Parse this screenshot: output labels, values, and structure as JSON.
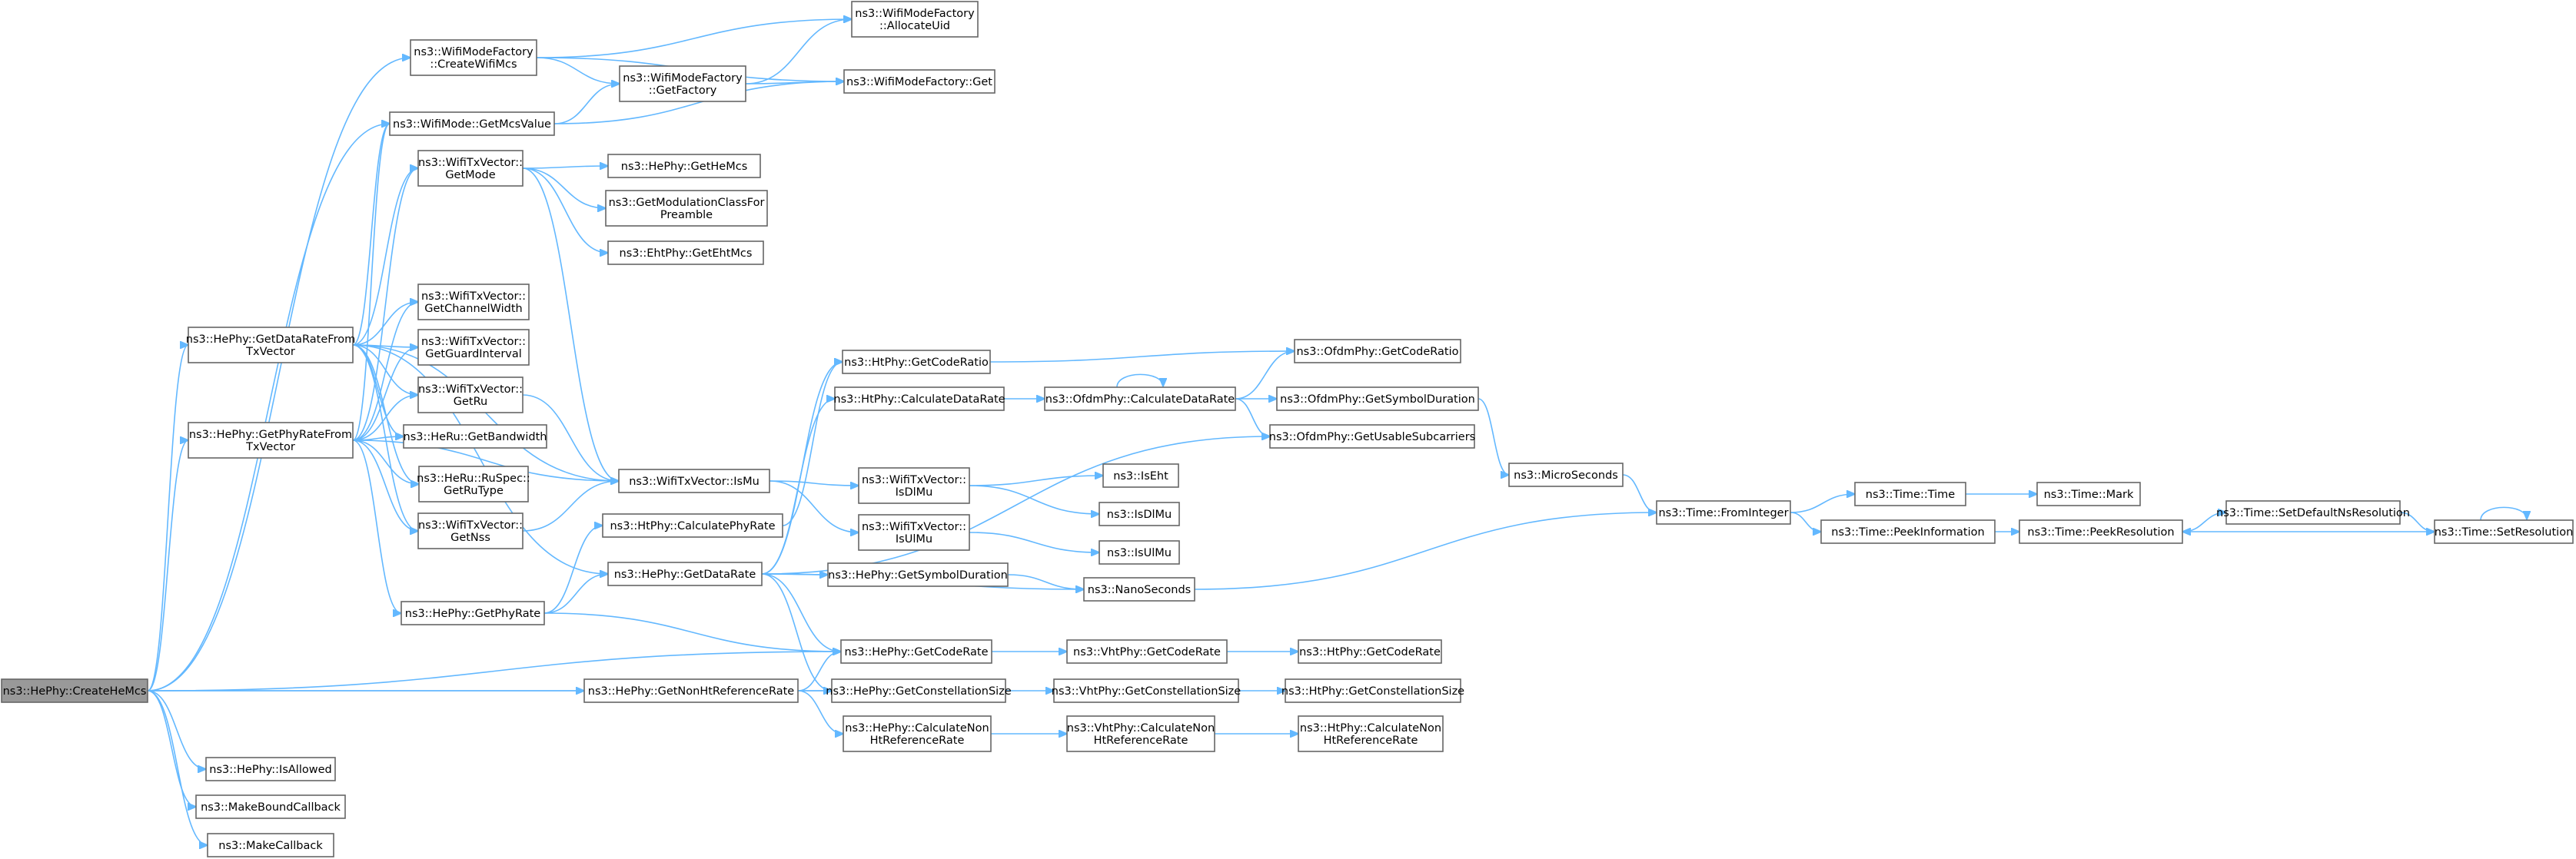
{
  "nodes": [
    {
      "id": "createHeMcs",
      "lines": [
        "ns3::HePhy::CreateHeMcs"
      ],
      "root": true
    },
    {
      "id": "createWifiMcs",
      "lines": [
        "ns3::WifiModeFactory",
        "::CreateWifiMcs"
      ]
    },
    {
      "id": "allocateUid",
      "lines": [
        "ns3::WifiModeFactory",
        "::AllocateUid"
      ]
    },
    {
      "id": "getFactory",
      "lines": [
        "ns3::WifiModeFactory",
        "::GetFactory"
      ]
    },
    {
      "id": "factoryGet",
      "lines": [
        "ns3::WifiModeFactory::Get"
      ]
    },
    {
      "id": "getMcsValue",
      "lines": [
        "ns3::WifiMode::GetMcsValue"
      ]
    },
    {
      "id": "getMode",
      "lines": [
        "ns3::WifiTxVector::",
        "GetMode"
      ]
    },
    {
      "id": "getHeMcs",
      "lines": [
        "ns3::HePhy::GetHeMcs"
      ]
    },
    {
      "id": "getModClass",
      "lines": [
        "ns3::GetModulationClassFor",
        "Preamble"
      ]
    },
    {
      "id": "getEhtMcs",
      "lines": [
        "ns3::EhtPhy::GetEhtMcs"
      ]
    },
    {
      "id": "getChannelWidth",
      "lines": [
        "ns3::WifiTxVector::",
        "GetChannelWidth"
      ]
    },
    {
      "id": "getGuardInterval",
      "lines": [
        "ns3::WifiTxVector::",
        "GetGuardInterval"
      ]
    },
    {
      "id": "getRu",
      "lines": [
        "ns3::WifiTxVector::",
        "GetRu"
      ]
    },
    {
      "id": "getBandwidth",
      "lines": [
        "ns3::HeRu::GetBandwidth"
      ]
    },
    {
      "id": "getRuType",
      "lines": [
        "ns3::HeRu::RuSpec::",
        "GetRuType"
      ]
    },
    {
      "id": "getNss",
      "lines": [
        "ns3::WifiTxVector::",
        "GetNss"
      ]
    },
    {
      "id": "getDataRateFromTx",
      "lines": [
        "ns3::HePhy::GetDataRateFrom",
        "TxVector"
      ]
    },
    {
      "id": "getPhyRateFromTx",
      "lines": [
        "ns3::HePhy::GetPhyRateFrom",
        "TxVector"
      ]
    },
    {
      "id": "getPhyRate",
      "lines": [
        "ns3::HePhy::GetPhyRate"
      ]
    },
    {
      "id": "isMu",
      "lines": [
        "ns3::WifiTxVector::IsMu"
      ]
    },
    {
      "id": "calcPhyRate",
      "lines": [
        "ns3::HtPhy::CalculatePhyRate"
      ]
    },
    {
      "id": "getDataRate",
      "lines": [
        "ns3::HePhy::GetDataRate"
      ]
    },
    {
      "id": "htGetCodeRatio",
      "lines": [
        "ns3::HtPhy::GetCodeRatio"
      ]
    },
    {
      "id": "htCalcDataRate",
      "lines": [
        "ns3::HtPhy::CalculateDataRate"
      ]
    },
    {
      "id": "isDlMu",
      "lines": [
        "ns3::WifiTxVector::",
        "IsDlMu"
      ]
    },
    {
      "id": "isUlMu",
      "lines": [
        "ns3::WifiTxVector::",
        "IsUlMu"
      ]
    },
    {
      "id": "hePhyGetSymbolDuration",
      "lines": [
        "ns3::HePhy::GetSymbolDuration"
      ]
    },
    {
      "id": "getCodeRate",
      "lines": [
        "ns3::HePhy::GetCodeRate"
      ]
    },
    {
      "id": "getNonHtRefRate",
      "lines": [
        "ns3::HePhy::GetNonHtReferenceRate"
      ]
    },
    {
      "id": "getConstSize",
      "lines": [
        "ns3::HePhy::GetConstellationSize"
      ]
    },
    {
      "id": "calcNonHtRefRate",
      "lines": [
        "ns3::HePhy::CalculateNon",
        "HtReferenceRate"
      ]
    },
    {
      "id": "ofdmCalcDataRate",
      "lines": [
        "ns3::OfdmPhy::CalculateDataRate"
      ]
    },
    {
      "id": "isEht",
      "lines": [
        "ns3::IsEht"
      ]
    },
    {
      "id": "isDlMuFn",
      "lines": [
        "ns3::IsDlMu"
      ]
    },
    {
      "id": "isUlMuFn",
      "lines": [
        "ns3::IsUlMu"
      ]
    },
    {
      "id": "nanoSeconds",
      "lines": [
        "ns3::NanoSeconds"
      ]
    },
    {
      "id": "vhtGetCodeRate",
      "lines": [
        "ns3::VhtPhy::GetCodeRate"
      ]
    },
    {
      "id": "vhtGetConstSize",
      "lines": [
        "ns3::VhtPhy::GetConstellationSize"
      ]
    },
    {
      "id": "vhtCalcNonHt",
      "lines": [
        "ns3::VhtPhy::CalculateNon",
        "HtReferenceRate"
      ]
    },
    {
      "id": "ofdmGetCodeRatio",
      "lines": [
        "ns3::OfdmPhy::GetCodeRatio"
      ]
    },
    {
      "id": "ofdmGetSymbolDuration",
      "lines": [
        "ns3::OfdmPhy::GetSymbolDuration"
      ]
    },
    {
      "id": "ofdmGetUsableSub",
      "lines": [
        "ns3::OfdmPhy::GetUsableSubcarriers"
      ]
    },
    {
      "id": "htGetCodeRate",
      "lines": [
        "ns3::HtPhy::GetCodeRate"
      ]
    },
    {
      "id": "htGetConstSize",
      "lines": [
        "ns3::HtPhy::GetConstellationSize"
      ]
    },
    {
      "id": "htCalcNonHt",
      "lines": [
        "ns3::HtPhy::CalculateNon",
        "HtReferenceRate"
      ]
    },
    {
      "id": "microSeconds",
      "lines": [
        "ns3::MicroSeconds"
      ]
    },
    {
      "id": "fromInteger",
      "lines": [
        "ns3::Time::FromInteger"
      ]
    },
    {
      "id": "timeTime",
      "lines": [
        "ns3::Time::Time"
      ]
    },
    {
      "id": "peekInformation",
      "lines": [
        "ns3::Time::PeekInformation"
      ]
    },
    {
      "id": "timeMark",
      "lines": [
        "ns3::Time::Mark"
      ]
    },
    {
      "id": "peekResolution",
      "lines": [
        "ns3::Time::PeekResolution"
      ]
    },
    {
      "id": "setDefaultNsRes",
      "lines": [
        "ns3::Time::SetDefaultNsResolution"
      ]
    },
    {
      "id": "setResolution",
      "lines": [
        "ns3::Time::SetResolution"
      ]
    },
    {
      "id": "isAllowed",
      "lines": [
        "ns3::HePhy::IsAllowed"
      ]
    },
    {
      "id": "makeBoundCallback",
      "lines": [
        "ns3::MakeBoundCallback"
      ]
    },
    {
      "id": "makeCallback",
      "lines": [
        "ns3::MakeCallback"
      ]
    }
  ],
  "edges": [
    [
      "createHeMcs",
      "createWifiMcs"
    ],
    [
      "createHeMcs",
      "getMcsValue"
    ],
    [
      "createHeMcs",
      "getDataRateFromTx"
    ],
    [
      "createHeMcs",
      "getPhyRateFromTx"
    ],
    [
      "createHeMcs",
      "getCodeRate"
    ],
    [
      "createHeMcs",
      "getNonHtRefRate"
    ],
    [
      "createHeMcs",
      "getConstSize"
    ],
    [
      "createHeMcs",
      "isAllowed"
    ],
    [
      "createHeMcs",
      "makeBoundCallback"
    ],
    [
      "createHeMcs",
      "makeCallback"
    ],
    [
      "createWifiMcs",
      "allocateUid"
    ],
    [
      "createWifiMcs",
      "getFactory"
    ],
    [
      "createWifiMcs",
      "factoryGet"
    ],
    [
      "getFactory",
      "allocateUid"
    ],
    [
      "getFactory",
      "factoryGet"
    ],
    [
      "getMcsValue",
      "getFactory"
    ],
    [
      "getMcsValue",
      "factoryGet"
    ],
    [
      "getMode",
      "getHeMcs"
    ],
    [
      "getMode",
      "getModClass"
    ],
    [
      "getMode",
      "getEhtMcs"
    ],
    [
      "getMode",
      "isMu"
    ],
    [
      "getDataRateFromTx",
      "getMcsValue"
    ],
    [
      "getDataRateFromTx",
      "getMode"
    ],
    [
      "getDataRateFromTx",
      "getChannelWidth"
    ],
    [
      "getDataRateFromTx",
      "getGuardInterval"
    ],
    [
      "getDataRateFromTx",
      "getRu"
    ],
    [
      "getDataRateFromTx",
      "getBandwidth"
    ],
    [
      "getDataRateFromTx",
      "getRuType"
    ],
    [
      "getDataRateFromTx",
      "getNss"
    ],
    [
      "getDataRateFromTx",
      "isMu"
    ],
    [
      "getDataRateFromTx",
      "getDataRate"
    ],
    [
      "getPhyRateFromTx",
      "getMcsValue"
    ],
    [
      "getPhyRateFromTx",
      "getMode"
    ],
    [
      "getPhyRateFromTx",
      "getChannelWidth"
    ],
    [
      "getPhyRateFromTx",
      "getGuardInterval"
    ],
    [
      "getPhyRateFromTx",
      "getRu"
    ],
    [
      "getPhyRateFromTx",
      "getBandwidth"
    ],
    [
      "getPhyRateFromTx",
      "getRuType"
    ],
    [
      "getPhyRateFromTx",
      "getNss"
    ],
    [
      "getPhyRateFromTx",
      "isMu"
    ],
    [
      "getPhyRateFromTx",
      "getPhyRate"
    ],
    [
      "getRu",
      "isMu"
    ],
    [
      "getNss",
      "isMu"
    ],
    [
      "getPhyRate",
      "calcPhyRate"
    ],
    [
      "getPhyRate",
      "getDataRate"
    ],
    [
      "getPhyRate",
      "getCodeRate"
    ],
    [
      "calcPhyRate",
      "htGetCodeRatio"
    ],
    [
      "isMu",
      "isDlMu"
    ],
    [
      "isMu",
      "isUlMu"
    ],
    [
      "getDataRate",
      "htCalcDataRate"
    ],
    [
      "getDataRate",
      "hePhyGetSymbolDuration"
    ],
    [
      "getDataRate",
      "nanoSeconds"
    ],
    [
      "getDataRate",
      "getCodeRate"
    ],
    [
      "getDataRate",
      "getConstSize"
    ],
    [
      "getDataRate",
      "ofdmGetUsableSub"
    ],
    [
      "getDataRate",
      "htGetCodeRatio"
    ],
    [
      "htGetCodeRatio",
      "ofdmGetCodeRatio"
    ],
    [
      "htCalcDataRate",
      "ofdmCalcDataRate"
    ],
    [
      "ofdmCalcDataRate",
      "ofdmCalcDataRate"
    ],
    [
      "ofdmCalcDataRate",
      "ofdmGetCodeRatio"
    ],
    [
      "ofdmCalcDataRate",
      "ofdmGetSymbolDuration"
    ],
    [
      "ofdmCalcDataRate",
      "ofdmGetUsableSub"
    ],
    [
      "ofdmGetSymbolDuration",
      "microSeconds"
    ],
    [
      "isDlMu",
      "isEht"
    ],
    [
      "isDlMu",
      "isDlMuFn"
    ],
    [
      "isUlMu",
      "isUlMuFn"
    ],
    [
      "hePhyGetSymbolDuration",
      "nanoSeconds"
    ],
    [
      "nanoSeconds",
      "fromInteger"
    ],
    [
      "microSeconds",
      "fromInteger"
    ],
    [
      "fromInteger",
      "timeTime"
    ],
    [
      "fromInteger",
      "peekInformation"
    ],
    [
      "timeTime",
      "timeMark"
    ],
    [
      "peekInformation",
      "peekResolution"
    ],
    [
      "peekResolution",
      "setDefaultNsRes"
    ],
    [
      "setDefaultNsRes",
      "setResolution"
    ],
    [
      "setResolution",
      "peekResolution"
    ],
    [
      "setResolution",
      "setResolution"
    ],
    [
      "getCodeRate",
      "vhtGetCodeRate"
    ],
    [
      "vhtGetCodeRate",
      "htGetCodeRate"
    ],
    [
      "getNonHtRefRate",
      "getCodeRate"
    ],
    [
      "getNonHtRefRate",
      "getConstSize"
    ],
    [
      "getNonHtRefRate",
      "calcNonHtRefRate"
    ],
    [
      "getConstSize",
      "vhtGetConstSize"
    ],
    [
      "vhtGetConstSize",
      "htGetConstSize"
    ],
    [
      "calcNonHtRefRate",
      "vhtCalcNonHt"
    ],
    [
      "vhtCalcNonHt",
      "htCalcNonHt"
    ]
  ]
}
